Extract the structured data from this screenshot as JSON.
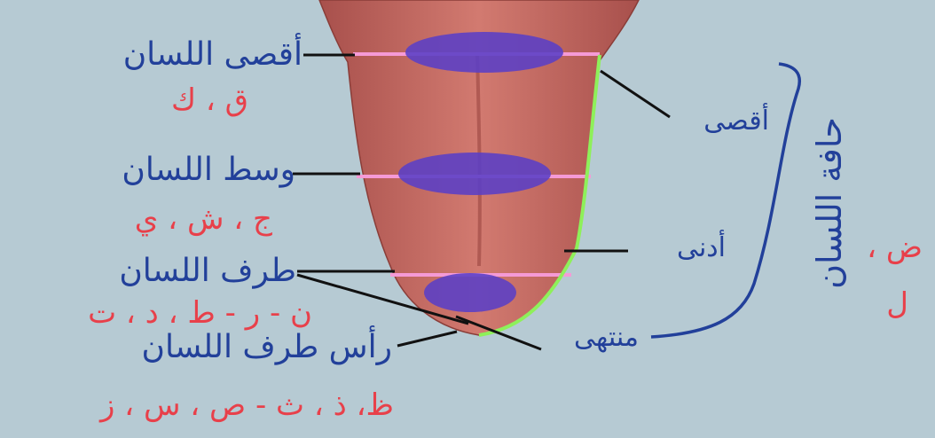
{
  "regions": {
    "back": {
      "name": "أقصى اللسان",
      "letters": "ق ، ك"
    },
    "middle": {
      "name": "وسط اللسان",
      "letters": "ج ، ش ، ي"
    },
    "tip": {
      "name": "طرف اللسان",
      "letters": "ن - ر - ط ، د ، ت"
    },
    "apex": {
      "name": "رأس طرف اللسان",
      "letters": "ظ، ذ ، ث - ص ، س ، ز"
    }
  },
  "edge": {
    "title": "حافة اللسان",
    "farthest": "أقصى",
    "nearest": "أدنى",
    "end": "منتهى",
    "letters_top": "ض ،",
    "letters_bottom": "ل"
  },
  "colors": {
    "background": "#b6cad3",
    "tongue": "#c96a63",
    "region_ovals": "#5a3fc6",
    "label_text": "#22409a",
    "letters_text": "#e8404a",
    "edge_line": "#8ef05a",
    "divider_lines": "#f59ad6"
  }
}
